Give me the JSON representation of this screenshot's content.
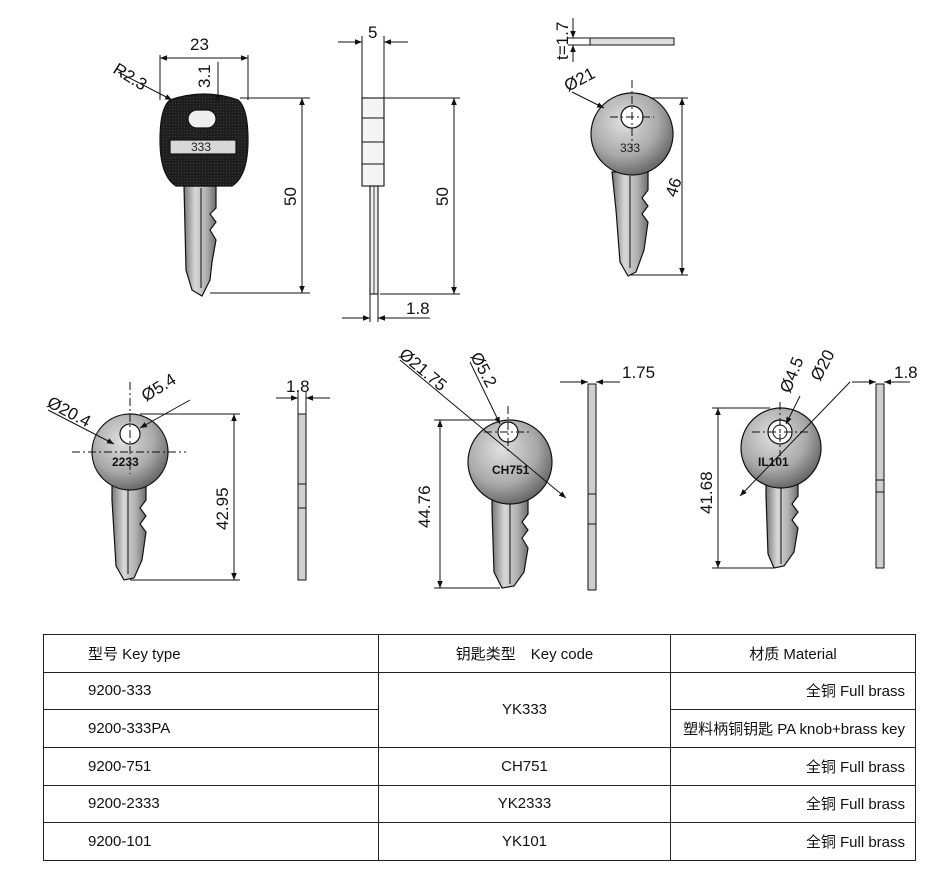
{
  "dimensions": {
    "key1": {
      "width": "23",
      "head_offset": "3.1",
      "radius": "R2.3",
      "length": "50"
    },
    "key1_side": {
      "thickness": "5",
      "length": "50",
      "blade": "1.8"
    },
    "key2": {
      "thickness": "t=1.7",
      "diameter": "Ø21",
      "length": "46",
      "code": "333"
    },
    "key3": {
      "diameter": "Ø20.4",
      "hole": "Ø5.4",
      "length": "42.95",
      "thickness": "1.8",
      "code": "2233"
    },
    "key4": {
      "diameter": "Ø21.75",
      "hole": "Ø5.2",
      "length": "44.76",
      "thickness": "1.75",
      "code": "CH751"
    },
    "key5": {
      "diameter": "Ø20",
      "hole": "Ø4.5",
      "length": "41.68",
      "thickness": "1.8",
      "code": "IL101"
    },
    "key1_code": "333"
  },
  "table": {
    "headers": [
      "型号 Key type",
      "钥匙类型　Key code",
      "材质 Material"
    ],
    "rows": [
      {
        "type": "9200-333",
        "code": "YK333",
        "material": "全铜  Full brass"
      },
      {
        "type": "9200-333PA",
        "code": "",
        "material": "塑料柄铜钥匙  PA knob+brass key"
      },
      {
        "type": "9200-751",
        "code": "CH751",
        "material": "全铜  Full brass"
      },
      {
        "type": "9200-2333",
        "code": "YK2333",
        "material": "全铜  Full brass"
      },
      {
        "type": "9200-101",
        "code": "YK101",
        "material": "全铜  Full brass"
      }
    ]
  },
  "colors": {
    "line": "#111111",
    "metal_light": "#d9d9d9",
    "metal_mid": "#a8a8a8",
    "metal_dark": "#6b6b6b",
    "knob": "#1f1f1f"
  }
}
